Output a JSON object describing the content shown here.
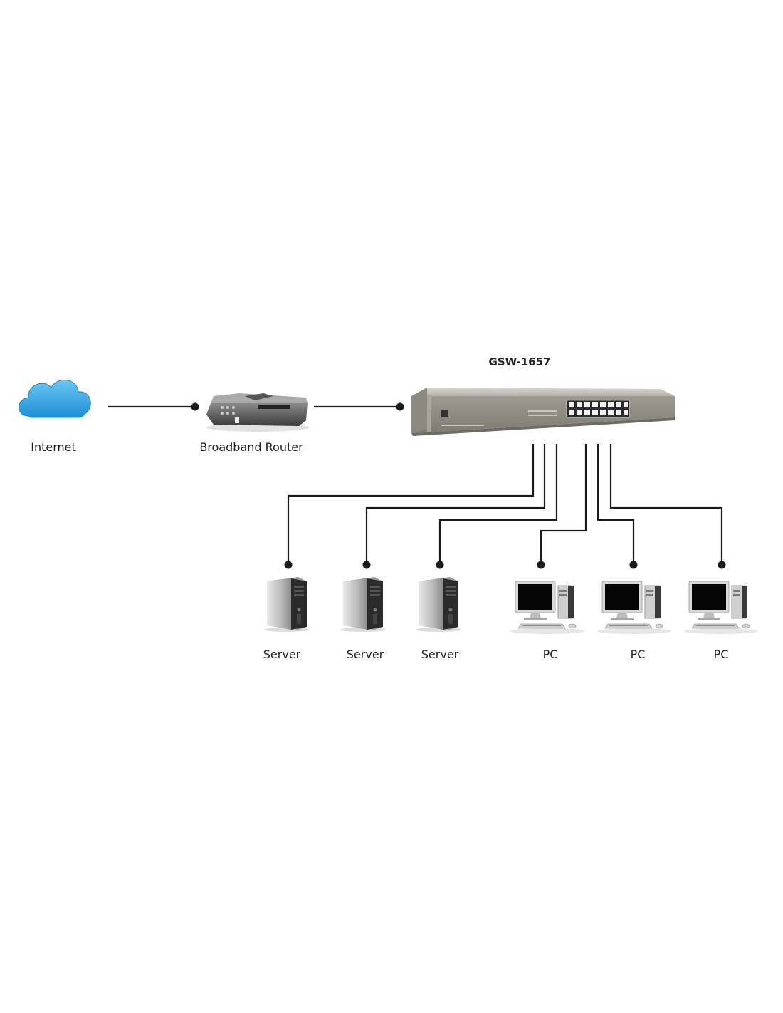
{
  "diagram": {
    "switch_model": "GSW-1657",
    "nodes": {
      "internet": "Internet",
      "router": "Broadband Router",
      "server1": "Server",
      "server2": "Server",
      "server3": "Server",
      "pc1": "PC",
      "pc2": "PC",
      "pc3": "PC"
    },
    "icons": {
      "internet": "cloud-icon",
      "router": "router-icon",
      "switch": "network-switch-icon",
      "server": "server-tower-icon",
      "pc": "desktop-computer-icon"
    },
    "colors": {
      "line": "#1a1a1a",
      "cloud": "#2fa0e0"
    }
  }
}
